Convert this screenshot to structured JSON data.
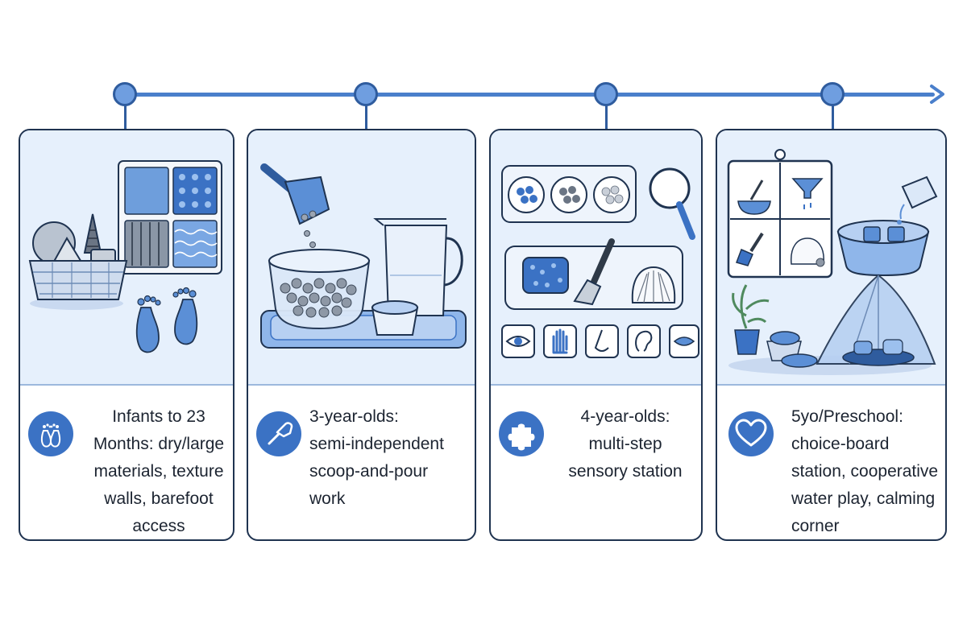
{
  "stages": [
    {
      "id": "infants",
      "icon": "footprints-icon",
      "caption_lines": [
        "Infants to 23",
        "Months: dry/large",
        "materials, texture",
        "walls, barefoot",
        "access"
      ]
    },
    {
      "id": "three-year-olds",
      "icon": "scoop-icon",
      "caption_lines": [
        "3-year-olds:",
        "semi-independent",
        "scoop-and-pour",
        "work"
      ]
    },
    {
      "id": "four-year-olds",
      "icon": "puzzle-piece-icon",
      "caption_lines": [
        "4-year-olds:",
        "multi-step",
        "sensory station"
      ]
    },
    {
      "id": "preschool",
      "icon": "heart-icon",
      "caption_lines": [
        "5yo/Preschool:",
        "choice-board",
        "station, cooperative",
        "water play, calming",
        "corner"
      ]
    }
  ],
  "colors": {
    "accent": "#3b72c4",
    "timeline": "#4a7fcb",
    "panel_bg": "#e6f0fc",
    "outline": "#1f3350"
  }
}
